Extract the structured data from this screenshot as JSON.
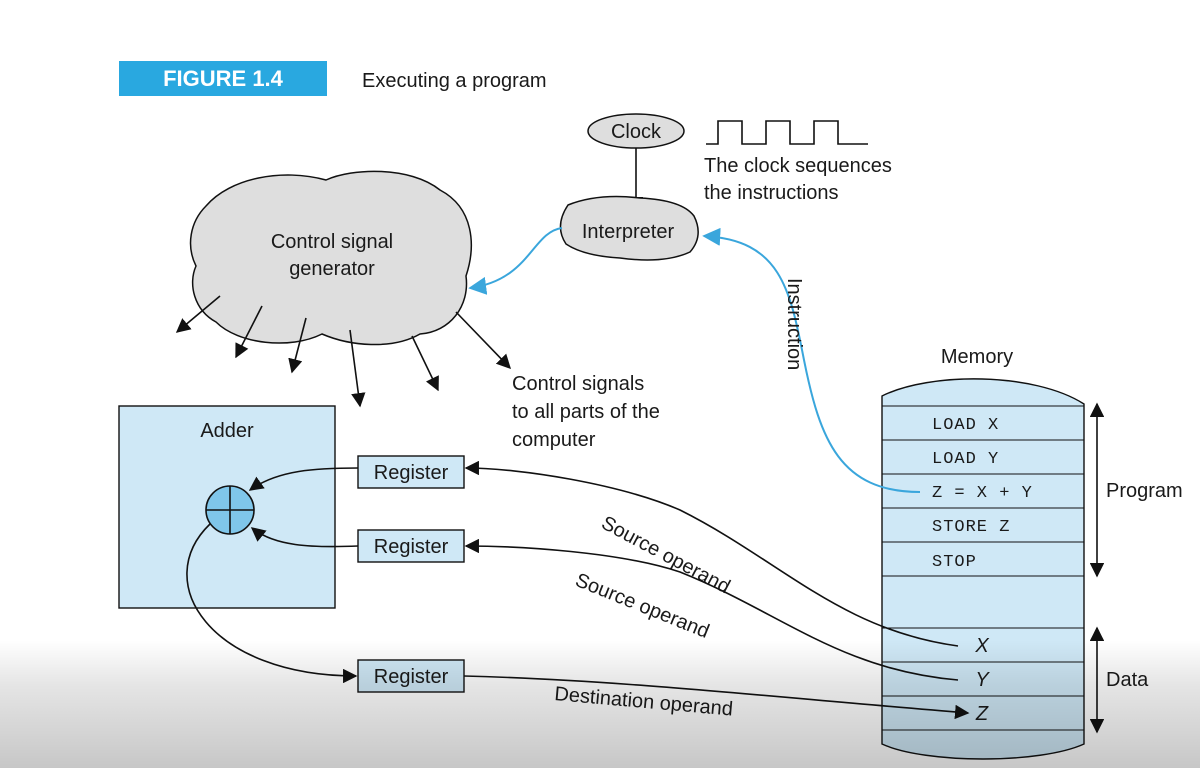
{
  "figure": {
    "label": "FIGURE 1.4",
    "title": "Executing a program"
  },
  "clock": {
    "label": "Clock",
    "note_line1": "The clock sequences",
    "note_line2": "the instructions"
  },
  "interpreter": {
    "label": "Interpreter"
  },
  "control_generator": {
    "line1": "Control signal",
    "line2": "generator"
  },
  "control_signals": {
    "line1": "Control signals",
    "line2": "to all parts of the",
    "line3": "computer"
  },
  "adder": {
    "label": "Adder"
  },
  "registers": [
    "Register",
    "Register",
    "Register"
  ],
  "arrows": {
    "instruction": "Instruction",
    "source1": "Source operand",
    "source2": "Source operand",
    "destination": "Destination operand"
  },
  "memory": {
    "label": "Memory",
    "program_cells": [
      "LOAD X",
      "LOAD Y",
      "Z = X + Y",
      "STORE Z",
      "STOP"
    ],
    "data_cells": [
      "X",
      "Y",
      "Z"
    ],
    "program_label": "Program",
    "data_label": "Data"
  },
  "colors": {
    "accent_blue": "#29a8e0",
    "fill_light_blue": "#cfe8f6",
    "fill_gray": "#dedede",
    "wire_blue": "#3aa6dc"
  }
}
